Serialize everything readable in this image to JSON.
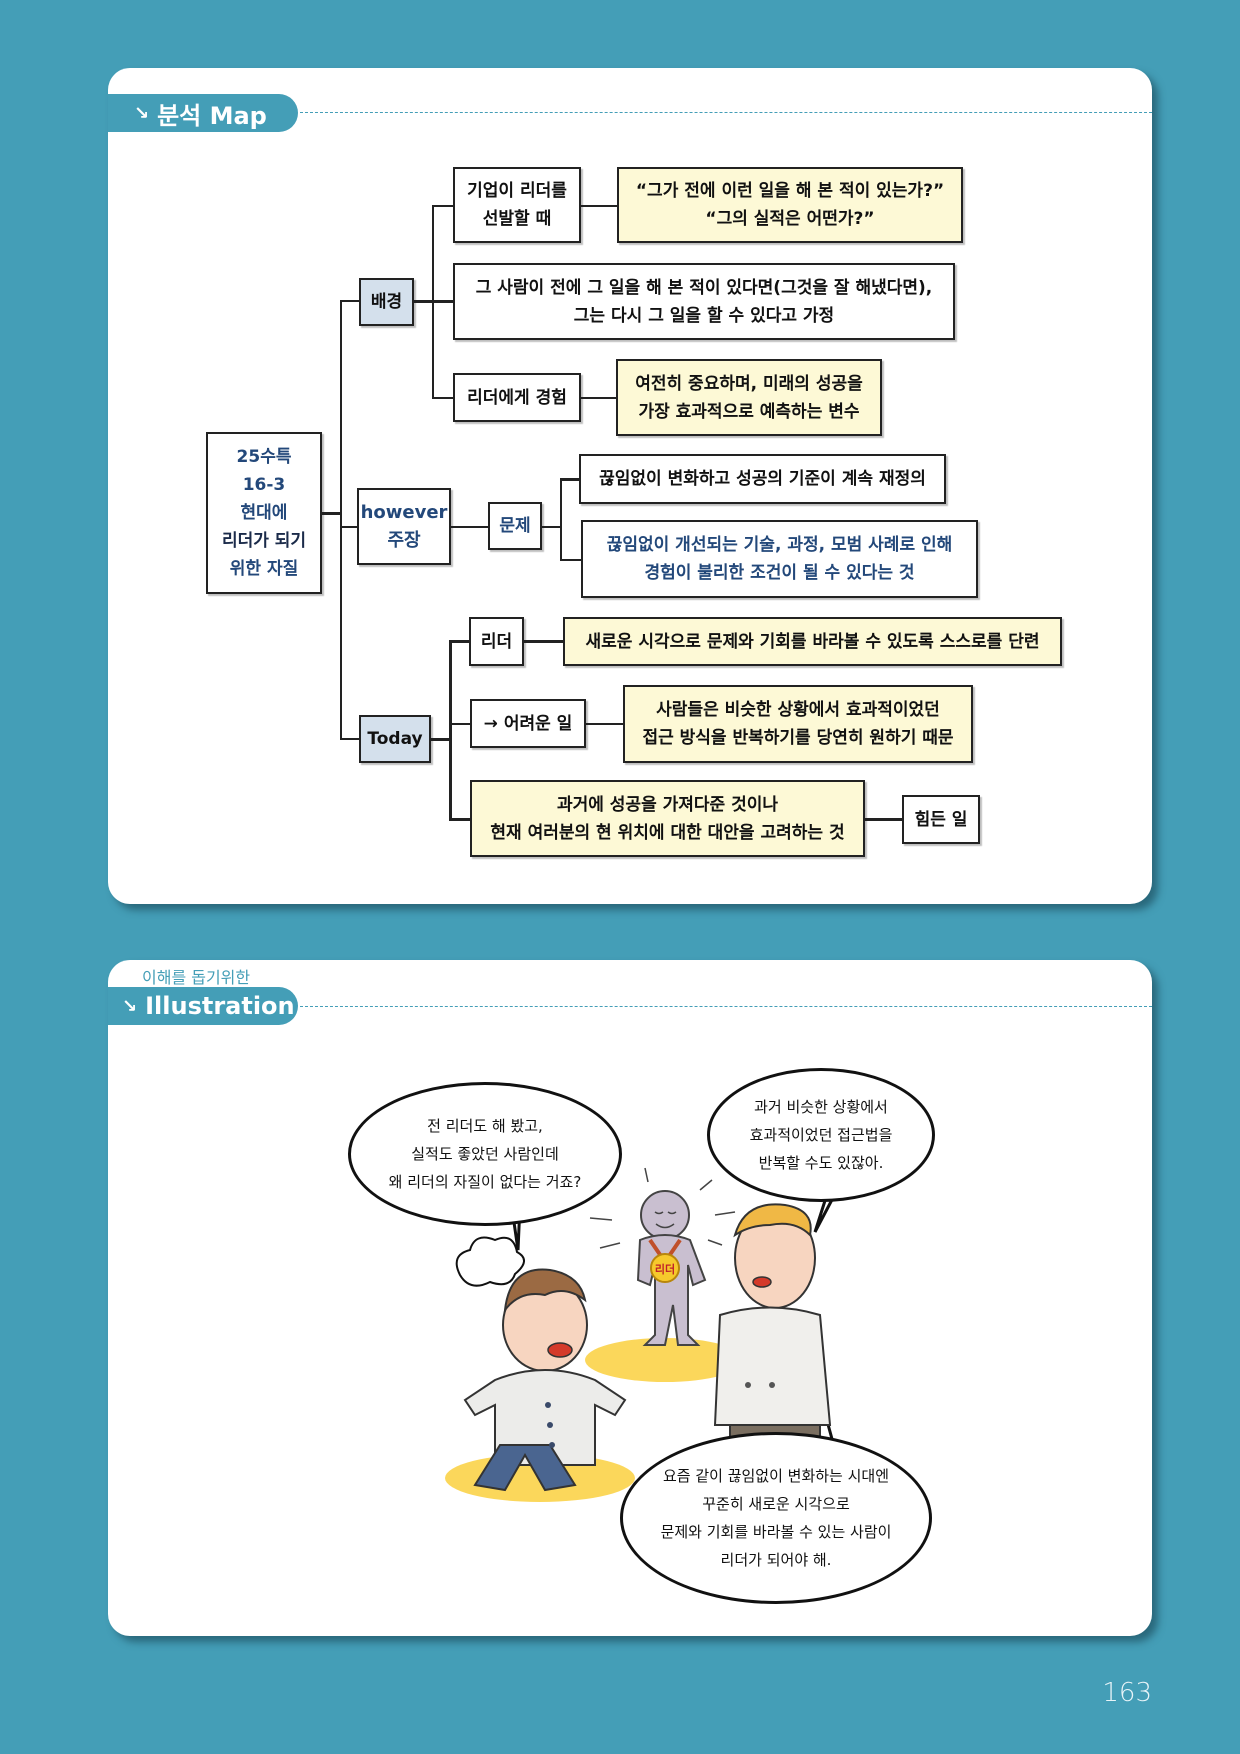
{
  "analysis_map": {
    "header": {
      "arrow_icon": "↘",
      "title": "분석 Map"
    },
    "root": {
      "lines": [
        "25수특",
        "16-3",
        "현대에",
        "리더가 되기",
        "위한 자질"
      ]
    },
    "branches": {
      "background": {
        "label": "배경",
        "items": [
          {
            "label_lines": [
              "기업이 리더를",
              "선발할 때"
            ],
            "detail_lines": [
              "“그가 전에 이런 일을 해 본 적이 있는가?”",
              "“그의 실적은 어떤가?”"
            ]
          },
          {
            "detail_lines": [
              "그 사람이 전에 그 일을 해 본 적이 있다면(그것을 잘 해냈다면),",
              "그는 다시 그 일을 할 수 있다고 가정"
            ]
          },
          {
            "label_lines": [
              "리더에게 경험"
            ],
            "detail_lines": [
              "여전히 중요하며, 미래의 성공을",
              "가장 효과적으로 예측하는 변수"
            ]
          }
        ]
      },
      "however": {
        "label_lines": [
          "however",
          "주장"
        ],
        "sub_label": "문제",
        "items": [
          {
            "detail_lines": [
              "끊임없이 변화하고 성공의 기준이 계속 재정의"
            ]
          },
          {
            "detail_lines": [
              "끊임없이 개선되는 기술, 과정, 모범 사례로 인해",
              "경험이 불리한 조건이 될 수 있다는 것"
            ]
          }
        ]
      },
      "today": {
        "label": "Today",
        "items": [
          {
            "label": "리더",
            "detail_lines": [
              "새로운 시각으로 문제와 기회를 바라볼 수 있도록 스스로를 단련"
            ]
          },
          {
            "label": "→ 어려운 일",
            "detail_lines": [
              "사람들은 비슷한 상황에서 효과적이었던",
              "접근 방식을 반복하기를 당연히 원하기 때문"
            ]
          },
          {
            "detail_lines": [
              "과거에 성공을 가져다준 것이나",
              "현재 여러분의 현 위치에 대한 대안을 고려하는 것"
            ],
            "result": "힘든 일"
          }
        ]
      }
    }
  },
  "illustration": {
    "header": {
      "subtitle": "이해를 돕기위한",
      "arrow_icon": "↘",
      "title": "Illustration"
    },
    "bubbles": [
      {
        "speaker": "angry-chef",
        "lines": [
          "전 리더도 해 봤고,",
          "실적도 좋았던 사람인데",
          "왜 리더의 자질이 없다는 거죠?"
        ]
      },
      {
        "speaker": "blond-chef",
        "lines": [
          "과거 비슷한 상황에서",
          "효과적이었던 접근법을",
          "반복할 수도 있잖아."
        ]
      },
      {
        "speaker": "blond-chef",
        "lines": [
          "요즘 같이 끊임없이 변화하는 시대엔",
          "꾸준히 새로운 시각으로",
          "문제와 기회를 바라볼 수 있는 사람이",
          "리더가 되어야 해."
        ]
      }
    ],
    "medal_text": "리더"
  },
  "page_number": "163",
  "colors": {
    "background": "#449eb7",
    "yellow_box": "#fdf9d6",
    "blue_box": "#d4e0ec",
    "navy_text": "#23487a"
  }
}
